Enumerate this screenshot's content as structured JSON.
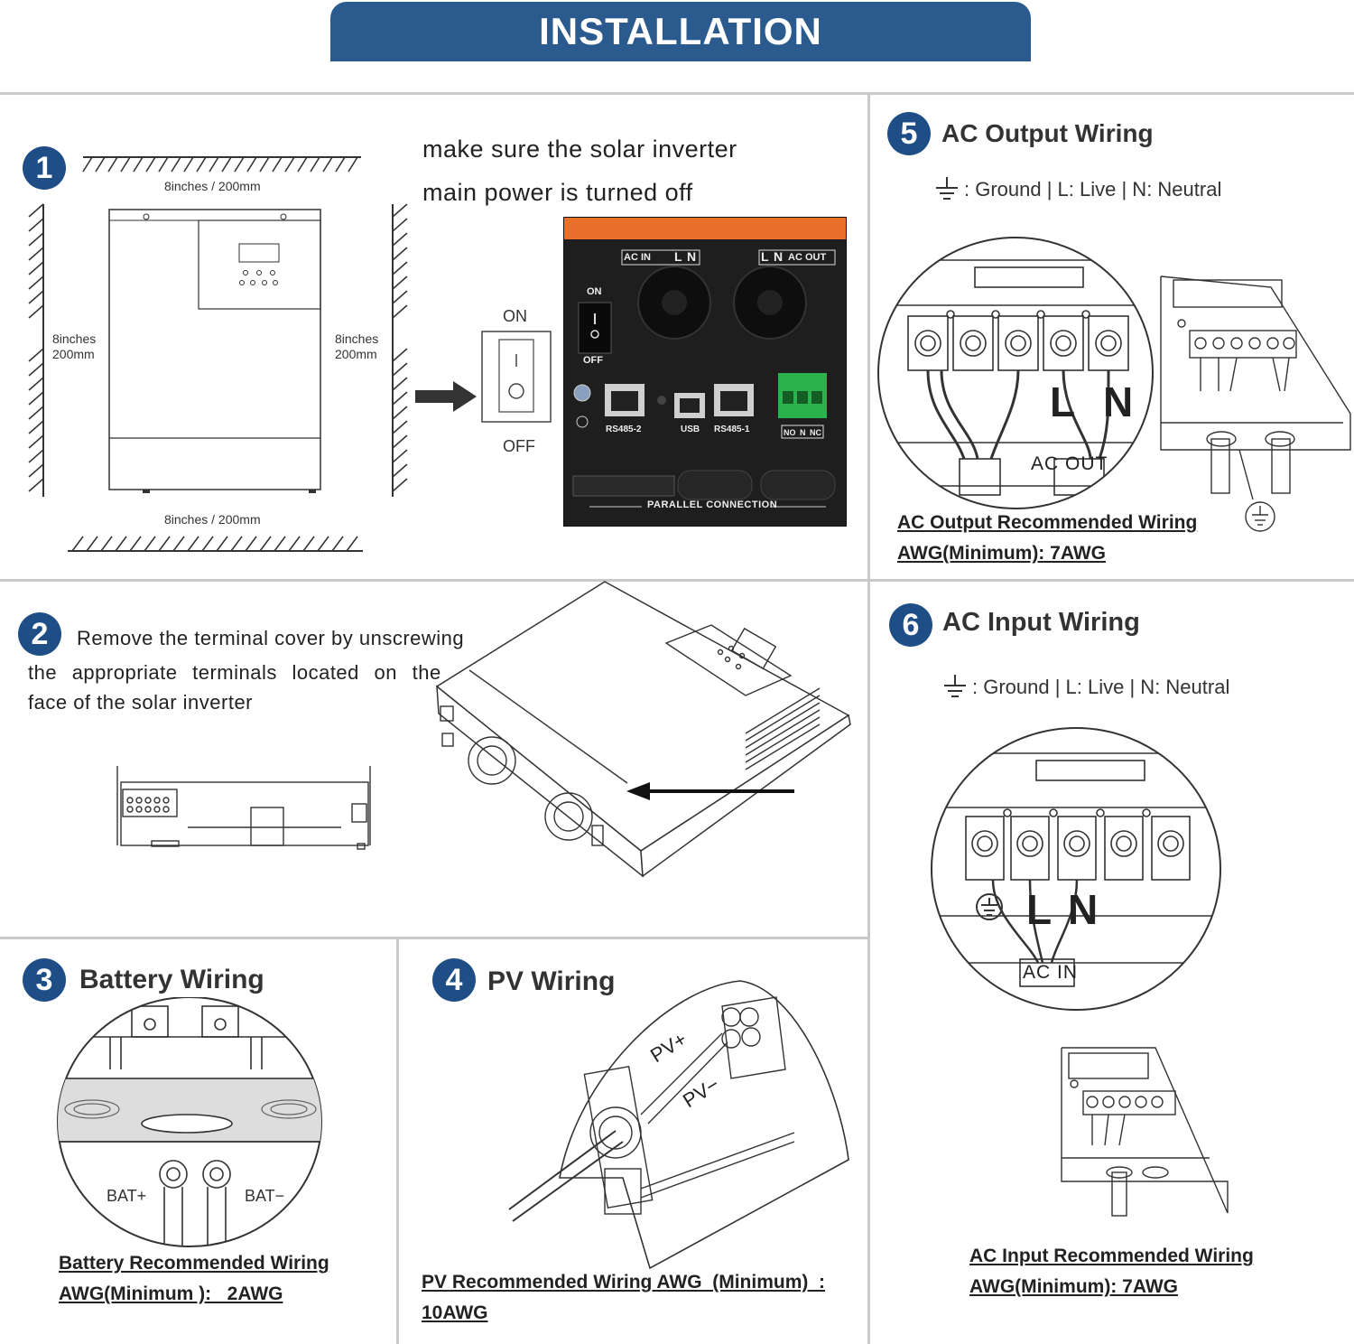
{
  "banner": {
    "title": "INSTALLATION"
  },
  "step1": {
    "number": "1",
    "instruction_line1": "make sure the solar inverter",
    "instruction_line2": "main power is turned off",
    "dim_top": "8inches / 200mm",
    "dim_bottom": "8inches / 200mm",
    "dim_left_1": "8inches",
    "dim_left_2": "200mm",
    "dim_right_1": "8inches",
    "dim_right_2": "200mm",
    "switch_on": "ON",
    "switch_off": "OFF",
    "panel": {
      "ac_in": "AC IN",
      "ac_out": "AC OUT",
      "l": "L",
      "n": "N",
      "on": "ON",
      "off": "OFF",
      "rs485_2": "RS485-2",
      "usb": "USB",
      "rs485_1": "RS485-1",
      "no": "NO",
      "nc": "NC",
      "parallel": "PARALLEL CONNECTION"
    }
  },
  "step2": {
    "number": "2",
    "text_line1": "Remove the terminal cover by unscrewing",
    "text_line2": "the appropriate terminals located on the",
    "text_line3": "face of the solar inverter"
  },
  "step3": {
    "number": "3",
    "title": "Battery Wiring",
    "bat_pos": "BAT+",
    "bat_neg": "BAT−",
    "note_line1": "Battery Recommended Wiring",
    "note_line2": "AWG(Minimum ):   2AWG"
  },
  "step4": {
    "number": "4",
    "title": "PV Wiring",
    "pv_pos": "PV+",
    "pv_neg": "PV−",
    "note_line1": "PV Recommended Wiring AWG  (Minimum)  :",
    "note_line2": "10AWG"
  },
  "step5": {
    "number": "5",
    "title": "AC Output Wiring",
    "legend": ":   Ground |    L:  Live | N:  Neutral",
    "label_l": "L",
    "label_n": "N",
    "terminal": "AC OUT",
    "note_line1": "AC Output Recommended Wiring",
    "note_line2": "AWG(Minimum): 7AWG"
  },
  "step6": {
    "number": "6",
    "title": "AC Input Wiring",
    "legend": ":   Ground |    L:  Live | N:  Neutral",
    "label_l": "L",
    "label_n": "N",
    "terminal": "AC IN",
    "note_line1": "AC Input Recommended Wiring",
    "note_line2": "AWG(Minimum): 7AWG"
  },
  "colors": {
    "banner": "#2b5a8f",
    "badge": "#1f4e87",
    "panel": "#1e1e1e",
    "panel_top": "#e8702a",
    "terminal_green": "#2bb24c"
  }
}
